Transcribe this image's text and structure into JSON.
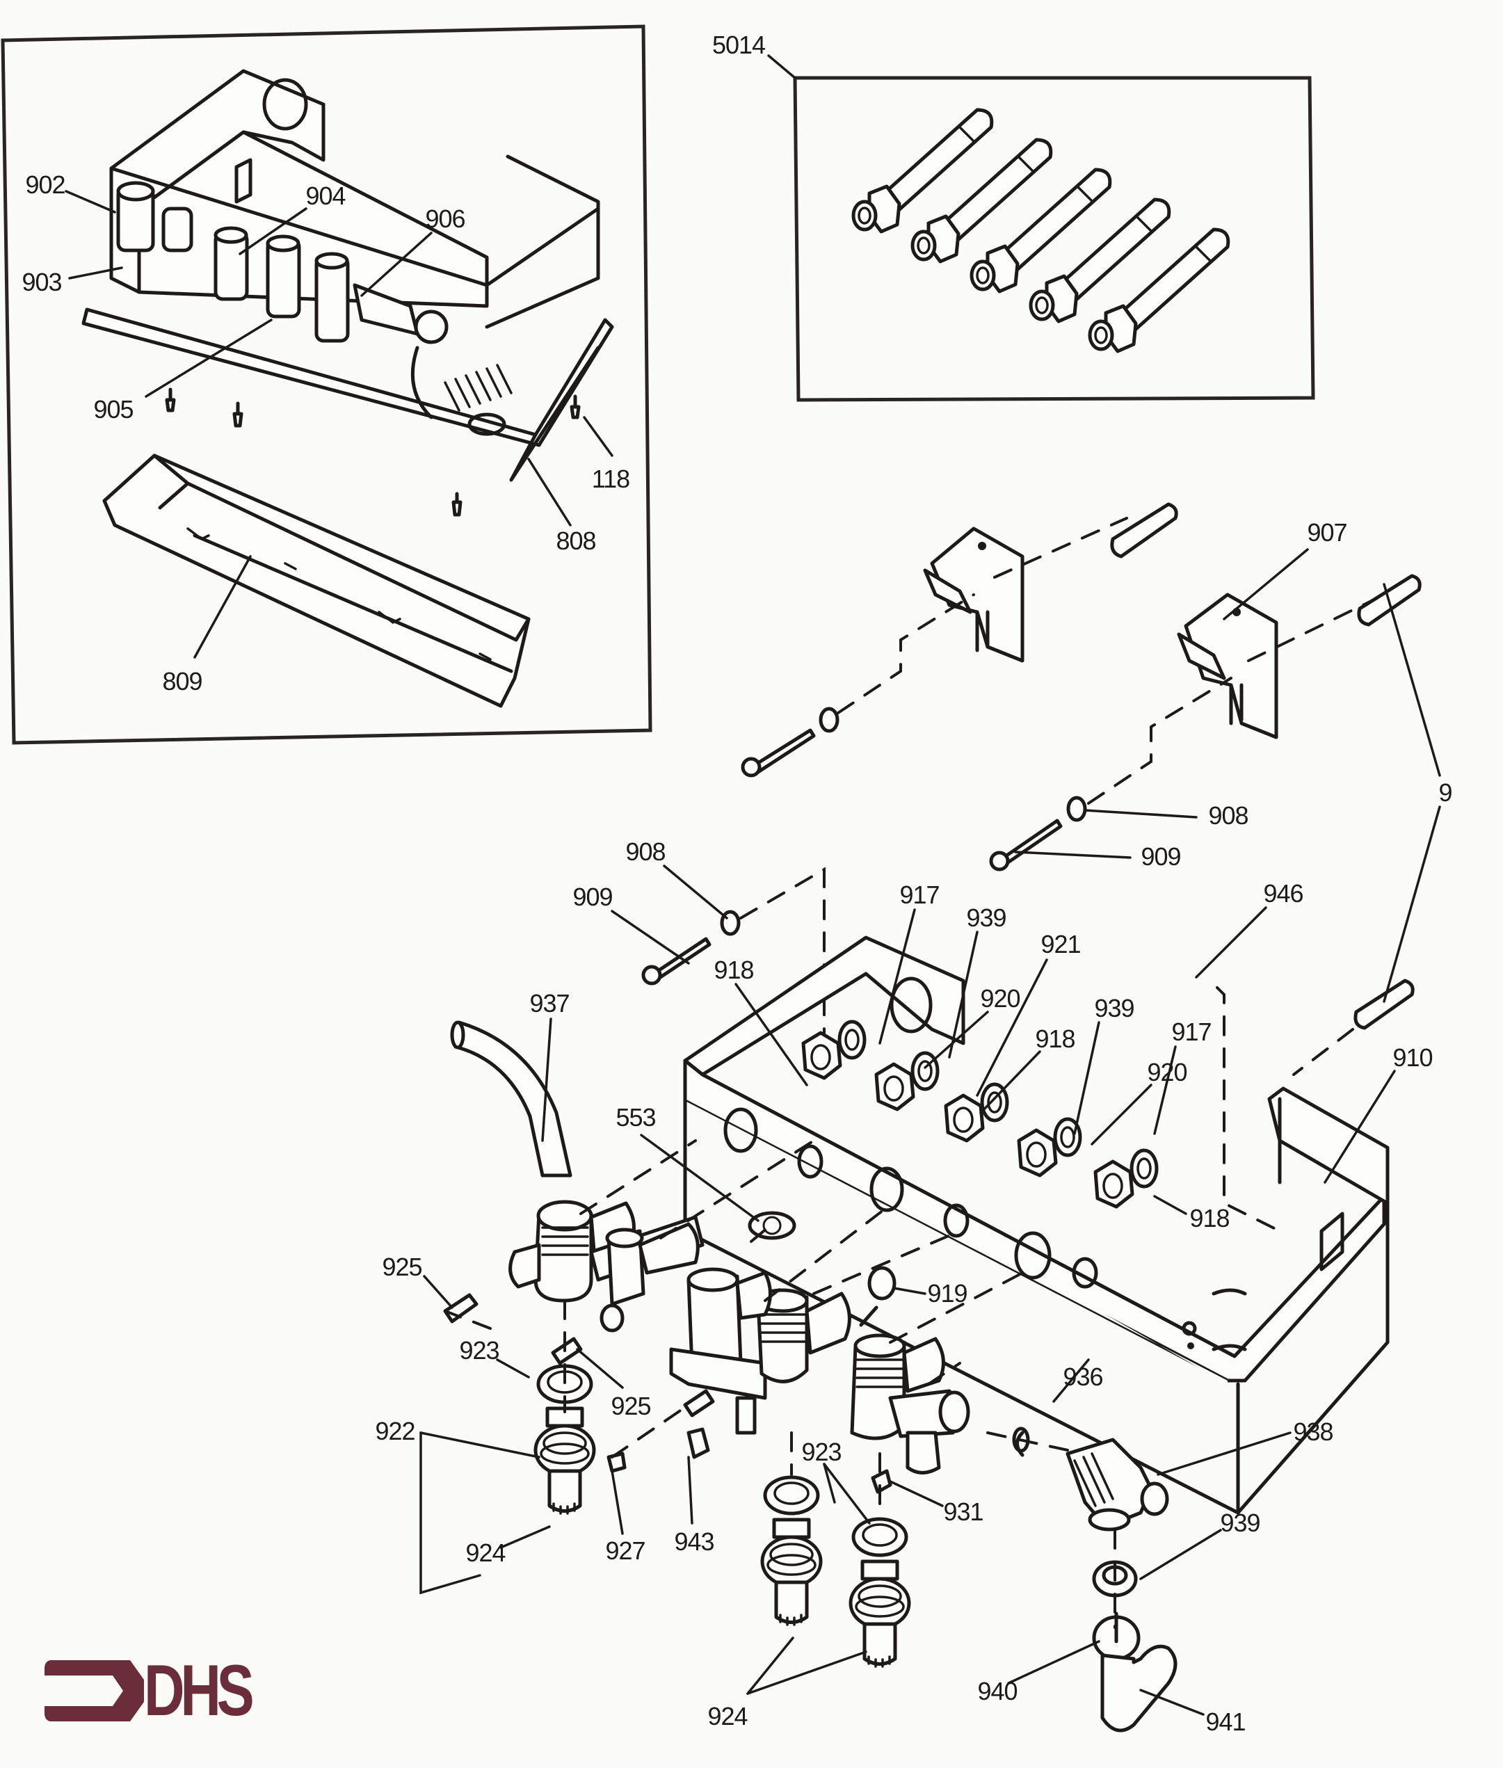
{
  "diagram": {
    "title": "Exploded parts diagram – water section, connection set and mounting brackets",
    "type": "exploded-parts-diagram"
  },
  "brand": {
    "logo_text": "DHS",
    "logo_color": "#6b2d3a"
  },
  "insets": {
    "assembled_view": {
      "labels": [
        {
          "id": "902",
          "text": "902"
        },
        {
          "id": "903",
          "text": "903"
        },
        {
          "id": "904",
          "text": "904"
        },
        {
          "id": "906",
          "text": "906"
        },
        {
          "id": "905",
          "text": "905"
        },
        {
          "id": "118",
          "text": "118"
        },
        {
          "id": "808",
          "text": "808"
        },
        {
          "id": "809",
          "text": "809"
        }
      ]
    },
    "connection_set": {
      "label": "5014",
      "pipe_count": 5
    }
  },
  "main_labels": [
    {
      "id": "907",
      "text": "907"
    },
    {
      "id": "9",
      "text": "9"
    },
    {
      "id": "908a",
      "text": "908"
    },
    {
      "id": "909a",
      "text": "909"
    },
    {
      "id": "908b",
      "text": "908"
    },
    {
      "id": "909b",
      "text": "909"
    },
    {
      "id": "917a",
      "text": "917"
    },
    {
      "id": "939a",
      "text": "939"
    },
    {
      "id": "946",
      "text": "946"
    },
    {
      "id": "921",
      "text": "921"
    },
    {
      "id": "918a",
      "text": "918"
    },
    {
      "id": "920a",
      "text": "920"
    },
    {
      "id": "937",
      "text": "937"
    },
    {
      "id": "918b",
      "text": "918"
    },
    {
      "id": "939b",
      "text": "939"
    },
    {
      "id": "917b",
      "text": "917"
    },
    {
      "id": "920b",
      "text": "920"
    },
    {
      "id": "910",
      "text": "910"
    },
    {
      "id": "553",
      "text": "553"
    },
    {
      "id": "918c",
      "text": "918"
    },
    {
      "id": "925a",
      "text": "925"
    },
    {
      "id": "919",
      "text": "919"
    },
    {
      "id": "923a",
      "text": "923"
    },
    {
      "id": "925b",
      "text": "925"
    },
    {
      "id": "936",
      "text": "936"
    },
    {
      "id": "938",
      "text": "938"
    },
    {
      "id": "922",
      "text": "922"
    },
    {
      "id": "923b",
      "text": "923"
    },
    {
      "id": "931",
      "text": "931"
    },
    {
      "id": "939c",
      "text": "939"
    },
    {
      "id": "924a",
      "text": "924"
    },
    {
      "id": "927",
      "text": "927"
    },
    {
      "id": "943",
      "text": "943"
    },
    {
      "id": "940",
      "text": "940"
    },
    {
      "id": "924b",
      "text": "924"
    },
    {
      "id": "941",
      "text": "941"
    }
  ]
}
